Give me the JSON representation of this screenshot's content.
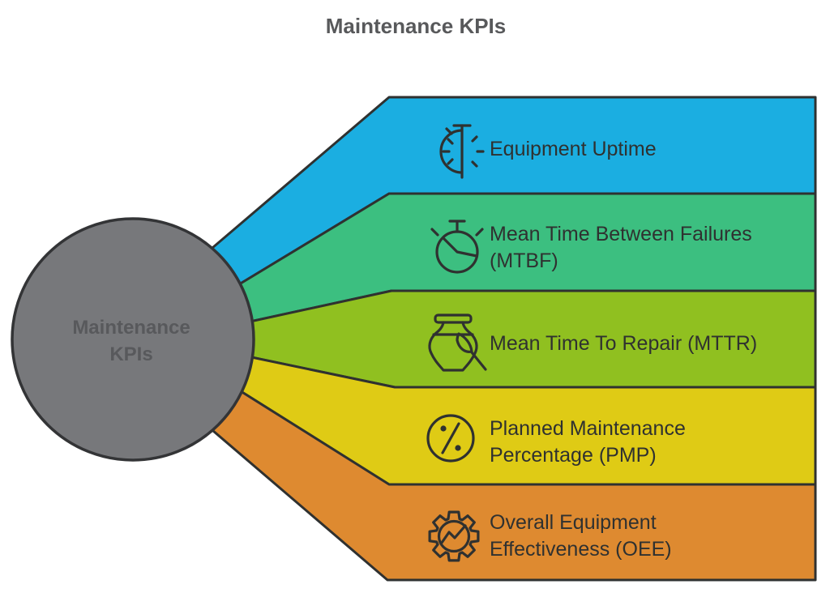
{
  "title": "Maintenance KPIs",
  "hub": {
    "lines": [
      "Maintenance",
      "KPIs"
    ],
    "fill": "#77787B",
    "stroke_color": "#333436",
    "text_color": "#58595C"
  },
  "colors": {
    "outline": "#2F3130",
    "band_text": "#2F3130",
    "title_text": "#58595B",
    "background": "#FFFFFF"
  },
  "bands": [
    {
      "lines": [
        "Equipment Uptime"
      ],
      "color": "#1BAEE1",
      "icon": "uptime-half-gauge-icon"
    },
    {
      "lines": [
        "Mean Time Between Failures",
        "(MTBF)"
      ],
      "color": "#3CBF80",
      "icon": "stopwatch-icon"
    },
    {
      "lines": [
        "Mean Time To Repair (MTTR)"
      ],
      "color": "#90C020",
      "icon": "vase-repair-icon"
    },
    {
      "lines": [
        "Planned Maintenance",
        "Percentage (PMP)"
      ],
      "color": "#DFCB15",
      "icon": "percentage-circle-icon"
    },
    {
      "lines": [
        "Overall Equipment",
        "Effectiveness (OEE)"
      ],
      "color": "#DE8A30",
      "icon": "gear-chart-icon"
    }
  ]
}
